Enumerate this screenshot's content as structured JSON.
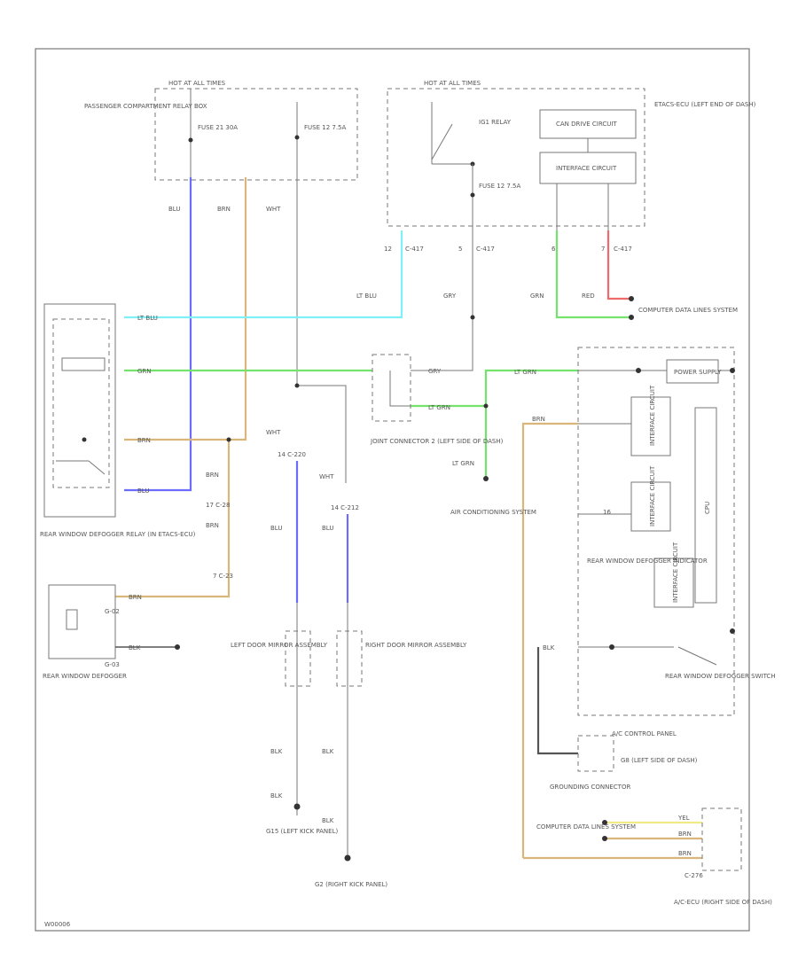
{
  "labels": {
    "hot_at_all_times_1": "HOT AT ALL TIMES",
    "passenger_relay_box": "PASSENGER COMPARTMENT RELAY BOX",
    "fuse_a": "FUSE 21 30A",
    "fuse_b": "FUSE 12 7.5A",
    "hot_at_all_times_2": "HOT AT ALL TIMES",
    "ig1_relay": "IG1 RELAY",
    "fuse_c": "FUSE 12 7.5A",
    "etacs": "ETACS-ECU (LEFT END OF DASH)",
    "can_drive": "CAN DRIVE CIRCUIT",
    "interface": "INTERFACE CIRCUIT",
    "pin_12": "12",
    "pin_c417_a": "C-417",
    "pin_5": "5",
    "pin_c417_b": "C-417",
    "pin_6": "6",
    "pin_7": "7",
    "pin_c417_c": "C-417",
    "w_blu_1": "BLU",
    "w_brn_1": "BRN",
    "w_wht_1": "WHT",
    "w_lt_blu_1": "LT BLU",
    "w_gry_1": "GRY",
    "w_grn_1": "GRN",
    "w_red_1": "RED",
    "computer_data_lines": "COMPUTER DATA LINES SYSTEM",
    "w_lt_blu_2": "LT BLU",
    "w_grn_2": "GRN",
    "w_gry_2": "GRY",
    "w_lt_grn_1": "LT GRN",
    "w_lt_grn_2": "LT GRN",
    "w_lt_grn_3": "LT GRN",
    "power_supply": "POWER SUPPLY",
    "w_brn_2": "BRN",
    "w_blu_2": "BLU",
    "joint_connector": "JOINT CONNECTOR 2 (LEFT SIDE OF DASH)",
    "w_wht_2": "WHT",
    "c220": "14 C-220",
    "w_wht_3": "WHT",
    "c212": "14 C-212",
    "w_brn_3": "BRN",
    "c28": "17 C-28",
    "w_brn_4": "BRN",
    "w_blu_3": "BLU",
    "w_blu_4": "BLU",
    "air_conditioning": "AIR CONDITIONING SYSTEM",
    "w_brn_5": "BRN",
    "cpu": "CPU",
    "interface_2": "INTERFACE CIRCUIT",
    "interface_3": "INTERFACE CIRCUIT",
    "interface_4": "INTERFACE CIRCUIT",
    "pin_16": "16",
    "rear_window_defogger_relay": "REAR WINDOW DEFOGGER RELAY (IN ETACS-ECU)",
    "c23": "7 C-23",
    "w_brn_6": "BRN",
    "rear_defogger_indicator": "REAR WINDOW DEFOGGER INDICATOR",
    "g02": "G-02",
    "w_blk_1": "BLK",
    "g03": "G-03",
    "rear_window_defogger": "REAR WINDOW DEFOGGER",
    "left_mirror": "LEFT DOOR MIRROR ASSEMBLY",
    "right_mirror": "RIGHT DOOR MIRROR ASSEMBLY",
    "rear_defogger_switch": "REAR WINDOW DEFOGGER SWITCH",
    "ac_control_panel": "A/C CONTROL PANEL",
    "g8": "G8 (LEFT SIDE OF DASH)",
    "grounding_connector": "GROUNDING CONNECTOR",
    "w_blk_2": "BLK",
    "w_blk_3": "BLK",
    "w_blk_4": "BLK",
    "w_blk_5": "BLK",
    "w_blk_6": "BLK",
    "g15": "G15 (LEFT KICK PANEL)",
    "w_yel_1": "YEL",
    "w_brn_7": "BRN",
    "w_brn_8": "BRN",
    "computer_data_lines_2": "COMPUTER DATA LINES SYSTEM",
    "c276": "C-276",
    "g2": "G2 (RIGHT KICK PANEL)",
    "ac_ecu": "A/C-ECU (RIGHT SIDE OF DASH)",
    "diagram_id": "W00006"
  },
  "colors": {
    "blue": "#6b6bff",
    "tan": "#d9b77a",
    "cyan": "#7ff0f5",
    "green": "#76e26e",
    "red": "#f06a6a",
    "yellow": "#f2ea86",
    "line": "#777777"
  }
}
